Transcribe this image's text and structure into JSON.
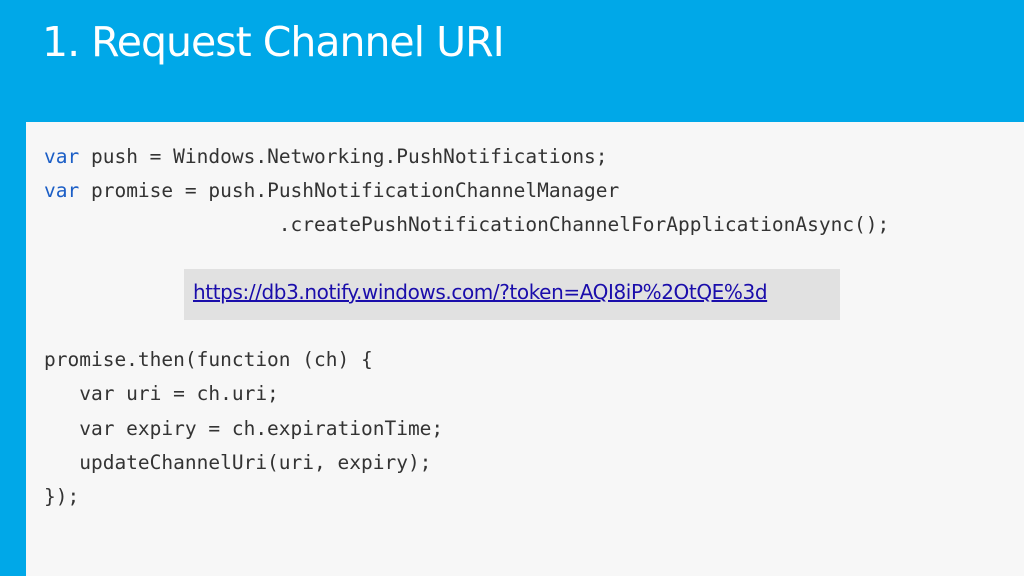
{
  "slide": {
    "title": "1. Request Channel URI"
  },
  "code_top": [
    {
      "keyword": "var",
      "rest": " push = Windows.Networking.PushNotifications;"
    },
    {
      "keyword": "var",
      "rest": " promise = push.PushNotificationChannelManager"
    },
    {
      "keyword": "",
      "rest": "                    .createPushNotificationChannelForApplicationAsync();"
    }
  ],
  "result": {
    "url": "https://db3.notify.windows.com/?token=AQI8iP%2OtQE%3d"
  },
  "code_bottom": [
    "promise.then(function (ch) {",
    "   var uri = ch.uri;",
    "   var expiry = ch.expirationTime;",
    "   updateChannelUri(uri, expiry);",
    "});"
  ],
  "colors": {
    "header_background": "#00a8e8",
    "panel_background": "#f7f7f7",
    "keyword": "#1b5ec6",
    "code_text": "#333333",
    "link": "#1a0dab",
    "url_box_background": "#e1e1e1"
  }
}
